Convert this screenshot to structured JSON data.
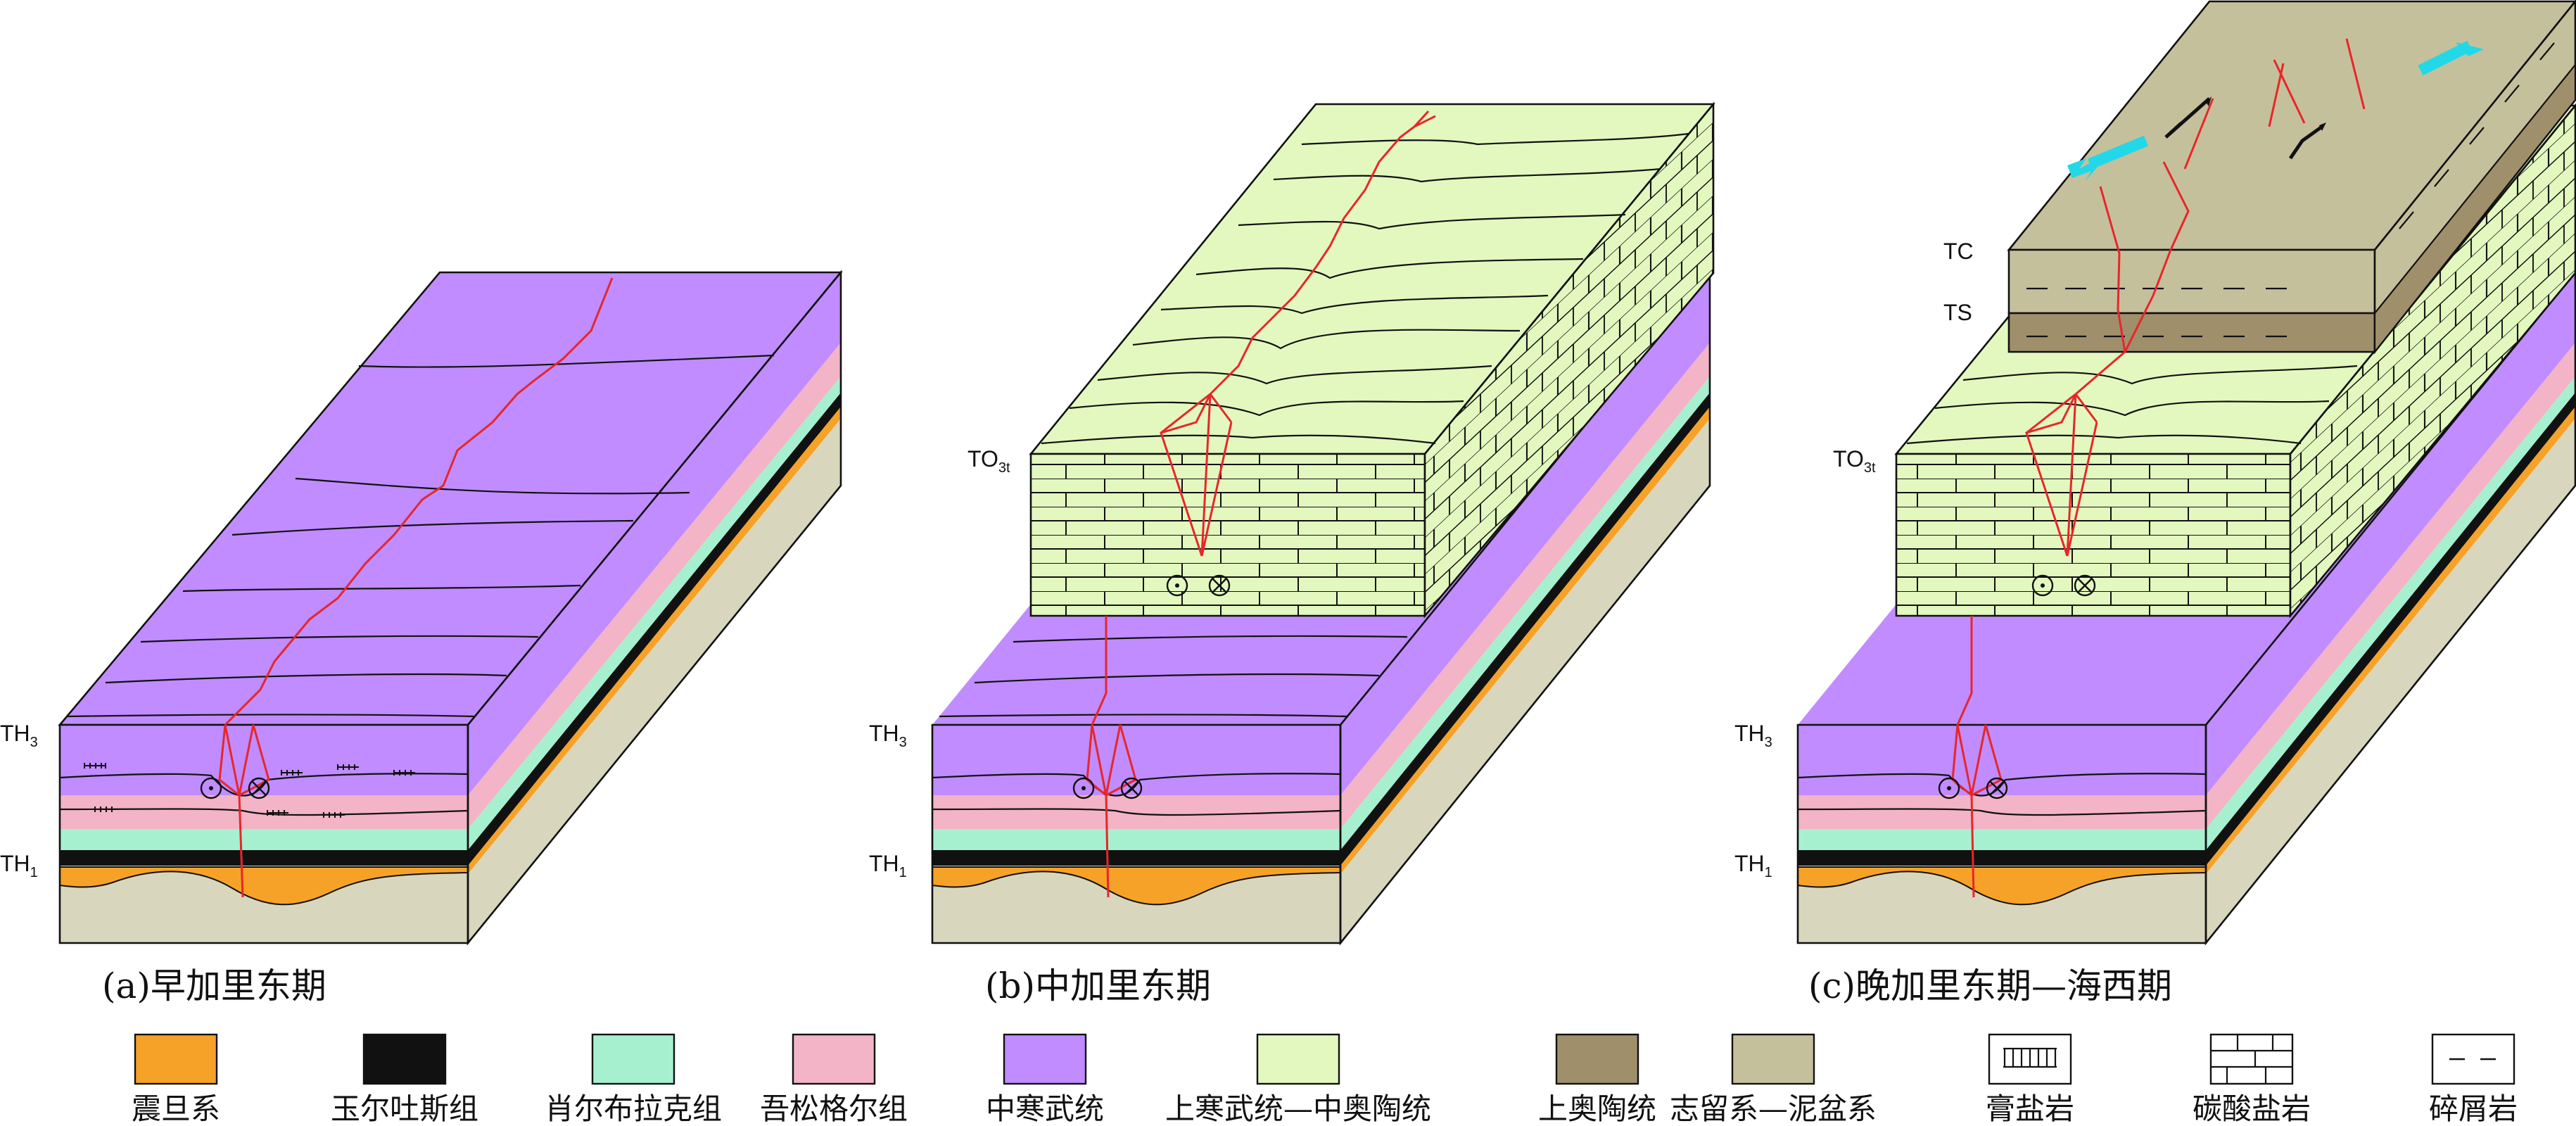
{
  "panels": [
    {
      "id": "a",
      "title": "(a)早加里东期",
      "labels": {
        "th3": "TH",
        "th3_sub": "3",
        "th1": "TH",
        "th1_sub": "1"
      }
    },
    {
      "id": "b",
      "title": "(b)中加里东期",
      "labels": {
        "th3": "TH",
        "th3_sub": "3",
        "th1": "TH",
        "th1_sub": "1",
        "to": "TO",
        "to_sub": "3t"
      }
    },
    {
      "id": "c",
      "title": "(c)晚加里东期—海西期",
      "labels": {
        "th3": "TH",
        "th3_sub": "3",
        "th1": "TH",
        "th1_sub": "1",
        "to": "TO",
        "to_sub": "3t",
        "tc": "TC",
        "ts": "TS"
      }
    }
  ],
  "legend": [
    {
      "label": "震旦系",
      "color": "#f6a228",
      "pattern": "solid"
    },
    {
      "label": "玉尔吐斯组",
      "color": "#111111",
      "pattern": "solid"
    },
    {
      "label": "肖尔布拉克组",
      "color": "#a6f0d0",
      "pattern": "solid"
    },
    {
      "label": "吾松格尔组",
      "color": "#f2b4c6",
      "pattern": "solid"
    },
    {
      "label": "中寒武统",
      "color": "#c08cff",
      "pattern": "solid"
    },
    {
      "label": "上寒武统—中奥陶统",
      "color": "#e3f8bf",
      "pattern": "solid"
    },
    {
      "label": "上奥陶统",
      "color": "#9f8f6b",
      "pattern": "solid"
    },
    {
      "label": "志留系—泥盆系",
      "color": "#c5c09c",
      "pattern": "solid"
    },
    {
      "label": "膏盐岩",
      "color": "#ffffff",
      "pattern": "gypsum"
    },
    {
      "label": "碳酸盐岩",
      "color": "#ffffff",
      "pattern": "carbonate"
    },
    {
      "label": "碎屑岩",
      "color": "#ffffff",
      "pattern": "clastic"
    }
  ],
  "colors": {
    "sinian": "#f6a228",
    "yuertusi": "#111111",
    "xiaoerbulake": "#a6f0d0",
    "wusonggeer": "#f2b4c6",
    "mid_cambrian": "#c08cff",
    "upper_camb_mid_ord": "#e3f8bf",
    "upper_ordovician": "#9f8f6b",
    "silurian_devonian": "#c5c09c",
    "basement": "#d8d6bd",
    "fault": "#e8262a",
    "extension_arrow": "#22d8e8"
  }
}
